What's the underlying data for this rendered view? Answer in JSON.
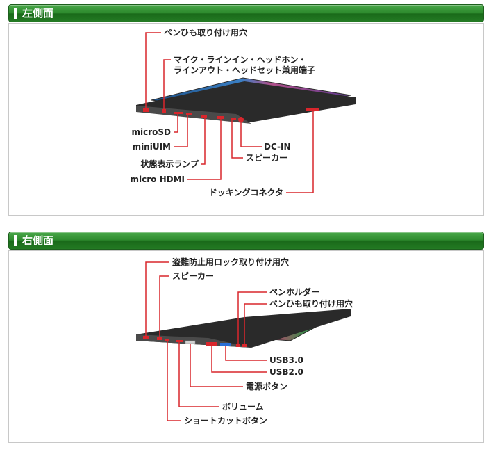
{
  "left_side": {
    "title": "左側面",
    "labels": {
      "pen_strap": "ペンひも取り付け用穴",
      "audio_line1": "マイク・ラインイン・ヘッドホン・",
      "audio_line2": "ラインアウト・ヘッドセット兼用端子",
      "microsd": "microSD",
      "miniuim": "miniUIM",
      "status_lamp": "状態表示ランプ",
      "micro_hdmi": "micro HDMI",
      "dc_in": "DC-IN",
      "speaker": "スピーカー",
      "docking": "ドッキングコネクタ"
    }
  },
  "right_side": {
    "title": "右側面",
    "labels": {
      "lock_hole": "盗難防止用ロック取り付け用穴",
      "speaker": "スピーカー",
      "pen_holder": "ペンホルダー",
      "pen_strap": "ペンひも取り付け用穴",
      "usb30": "USB3.0",
      "usb20": "USB2.0",
      "power": "電源ボタン",
      "volume": "ボリューム",
      "shortcut": "ショートカットボタン"
    }
  },
  "colors": {
    "header_green": "#2e8b2e",
    "callout_red": "#d9262c",
    "usb3_blue": "#2a6fd6"
  }
}
